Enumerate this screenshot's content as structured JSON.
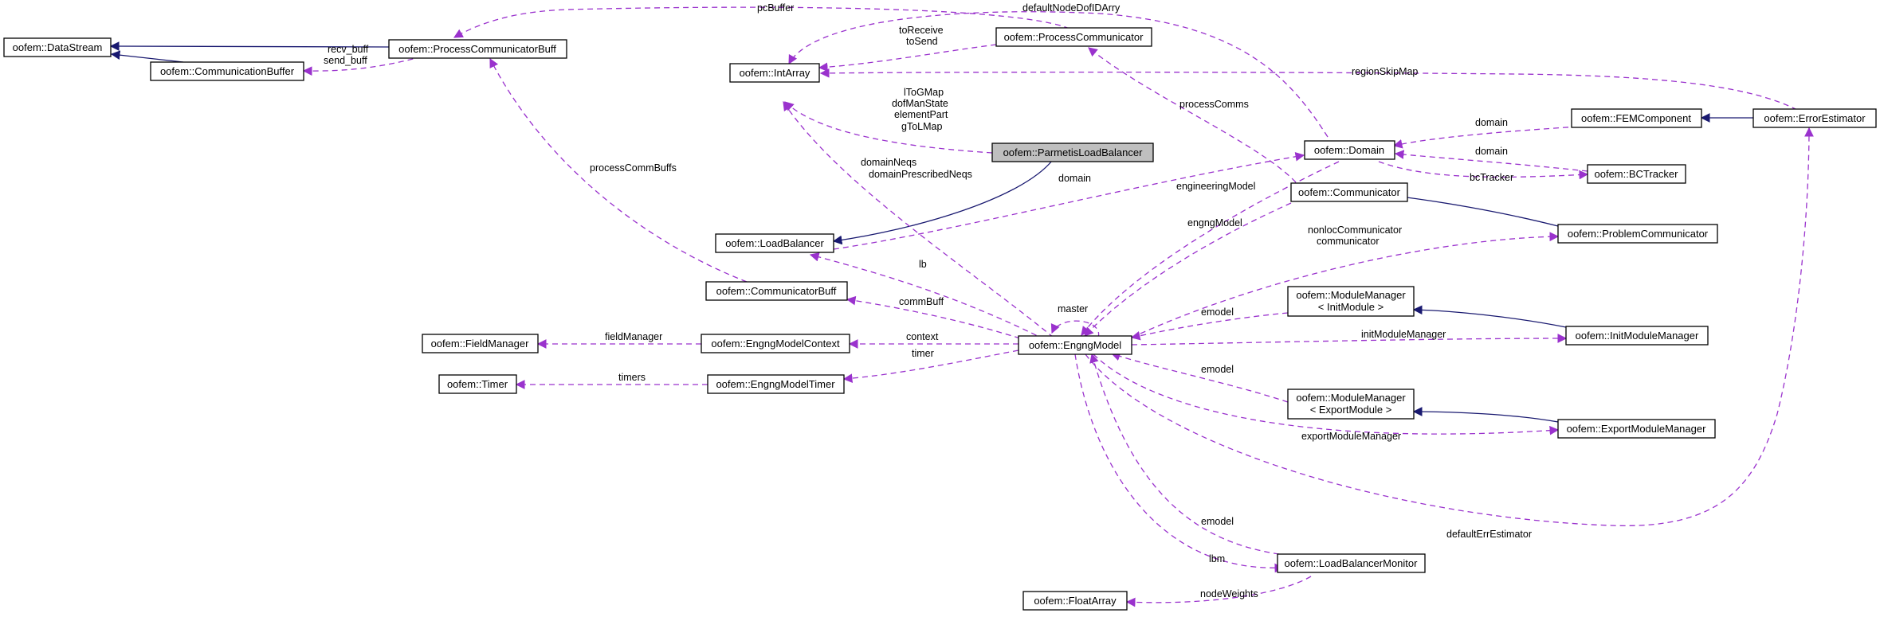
{
  "diagram": {
    "nodes": {
      "dataStream": "oofem::DataStream",
      "communicationBuffer": "oofem::CommunicationBuffer",
      "processCommunicatorBuff": "oofem::ProcessCommunicatorBuff",
      "intArray": "oofem::IntArray",
      "processCommunicator": "oofem::ProcessCommunicator",
      "parmetisLoadBalancer": "oofem::ParmetisLoadBalancer",
      "loadBalancer": "oofem::LoadBalancer",
      "communicatorBuff": "oofem::CommunicatorBuff",
      "fieldManager": "oofem::FieldManager",
      "engngModelContext": "oofem::EngngModelContext",
      "timer": "oofem::Timer",
      "engngModelTimer": "oofem::EngngModelTimer",
      "engngModel": "oofem::EngngModel",
      "floatArray": "oofem::FloatArray",
      "domain": "oofem::Domain",
      "communicator": "oofem::Communicator",
      "femComponent": "oofem::FEMComponent",
      "bcTracker": "oofem::BCTracker",
      "errorEstimator": "oofem::ErrorEstimator",
      "problemCommunicator": "oofem::ProblemCommunicator",
      "moduleManagerInit": [
        "oofem::ModuleManager",
        "< InitModule >"
      ],
      "initModuleManager": "oofem::InitModuleManager",
      "moduleManagerExport": [
        "oofem::ModuleManager",
        "< ExportModule >"
      ],
      "exportModuleManager": "oofem::ExportModuleManager",
      "loadBalancerMonitor": "oofem::LoadBalancerMonitor"
    },
    "edge_labels": {
      "pcBuffer": "pcBuffer",
      "defaultNodeDofIDArry": "defaultNodeDofIDArry",
      "recvBuff": "recv_buff",
      "sendBuff": "send_buff",
      "toReceive": "toReceive",
      "toSend": "toSend",
      "regionSkipMap": "regionSkipMap",
      "lToGMap": "lToGMap",
      "dofManState": "dofManState",
      "elementPart": "elementPart",
      "gToLMap": "gToLMap",
      "processComms": "processComms",
      "processCommBuffs": "processCommBuffs",
      "domainNeqs": "domainNeqs",
      "domainPrescribedNeqs": "domainPrescribedNeqs",
      "domainLb": "domain",
      "domainFem": "domain",
      "domainBc": "domain",
      "bcTracker": "bcTracker",
      "engineeringModel": "engineeringModel",
      "engngModel": "engngModel",
      "nonlocCommunicator": "nonlocCommunicator",
      "communicator": "communicator",
      "lb": "lb",
      "commBuff": "commBuff",
      "master": "master",
      "fieldManager": "fieldManager",
      "context": "context",
      "timer": "timer",
      "timers": "timers",
      "emodelInit": "emodel",
      "initModuleManager": "initModuleManager",
      "emodelExport": "emodel",
      "exportModuleManager": "exportModuleManager",
      "defaultErrEstimator": "defaultErrEstimator",
      "emodelLbm": "emodel",
      "lbm": "lbm",
      "nodeWeights": "nodeWeights"
    },
    "colors": {
      "usage_edge": "#9a32cd",
      "inheritance_edge": "#191970",
      "focus_node_fill": "#bfbfbf"
    }
  }
}
